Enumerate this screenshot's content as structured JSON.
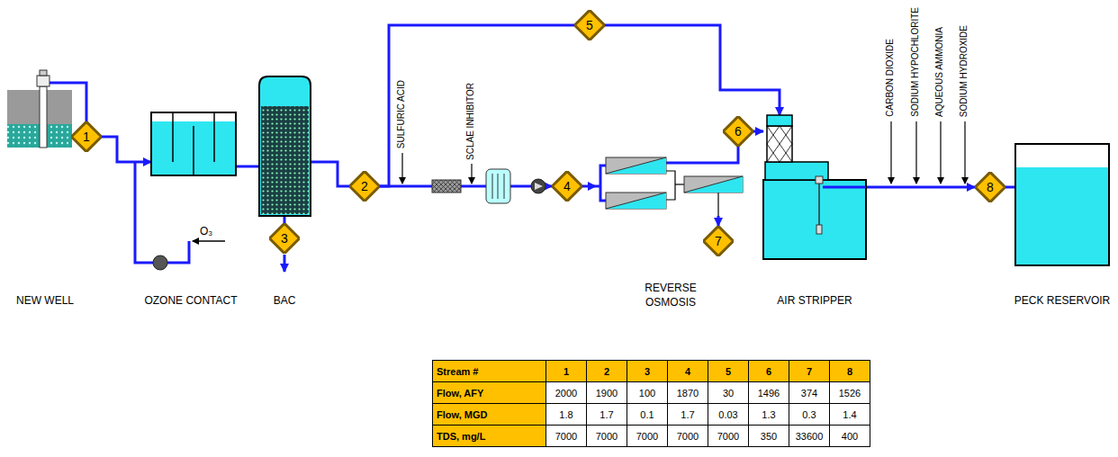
{
  "diagram": {
    "nodes": [
      {
        "text": [
          "NEW WELL"
        ]
      },
      {
        "text": [
          "1"
        ]
      },
      {
        "text": [
          "OZONE CONTACT"
        ]
      },
      {
        "text": [
          "BAC"
        ]
      },
      {
        "text": [
          "5"
        ]
      },
      {
        "text": [
          "2"
        ]
      },
      {
        "text": [
          "3"
        ]
      },
      {
        "text": [
          "REVERSE OSMOSIS"
        ]
      },
      {
        "text": [
          "4"
        ]
      },
      {
        "text": [
          "6"
        ]
      },
      {
        "text": [
          "7"
        ]
      },
      {
        "text": [
          "AIR STRIPPER"
        ]
      },
      {
        "text": [
          "8"
        ]
      },
      {
        "text": [
          "PECK RESERVOIR"
        ]
      }
    ],
    "edges": [
      {
        "from": 0,
        "to": 1,
        "arrow": "none"
      },
      {
        "from": 1,
        "to": 2,
        "arrow": "to"
      },
      {
        "from": 2,
        "to": 3,
        "arrow": "none"
      },
      {
        "from": 3,
        "to": 5,
        "arrow": "none"
      },
      {
        "from": 3,
        "to": 6,
        "arrow": "none"
      },
      {
        "from": 5,
        "to": 4,
        "arrow": "none"
      },
      {
        "from": 4,
        "to": 11,
        "arrow": "to"
      },
      {
        "from": 5,
        "to": 8,
        "arrow": "to"
      },
      {
        "from": 8,
        "to": 7,
        "arrow": "to"
      },
      {
        "from": 7,
        "to": 9,
        "arrow": "none"
      },
      {
        "from": 9,
        "to": 11,
        "arrow": "to"
      },
      {
        "from": 7,
        "to": 10,
        "arrow": "to"
      },
      {
        "from": 11,
        "to": 12,
        "arrow": "to"
      },
      {
        "from": 12,
        "to": 13,
        "arrow": "none"
      }
    ],
    "labels": [
      "O₃",
      "SULFURIC ACID",
      "SCLAE INHIBITOR",
      "CARBON DIOXIDE",
      "SODIUM HYPOCHLORITE",
      "AQUEOUS AMMONIA",
      "SODIUM HYDROXIDE",
      "Stream #",
      "1",
      "2",
      "3",
      "4",
      "5",
      "6",
      "7",
      "8",
      "Flow, AFY",
      "2000",
      "1900",
      "100",
      "1870",
      "30",
      "1496",
      "374",
      "1526",
      "Flow, MGD",
      "1.8",
      "1.7",
      "0.1",
      "1.7",
      "0.03",
      "1.3",
      "0.3",
      "1.4",
      "TDS, mg/L",
      "7000",
      "7000",
      "7000",
      "7000",
      "7000",
      "350",
      "33600",
      "400"
    ]
  }
}
